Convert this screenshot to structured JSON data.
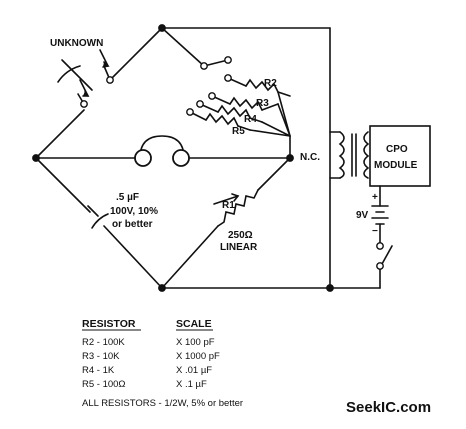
{
  "circuit": {
    "unknown_label": "UNKNOWN",
    "r2_label": "R2",
    "r3_label": "R3",
    "r4_label": "R4",
    "r5_label": "R5",
    "cap_value": ".5 µF",
    "cap_voltage": "100V, 10%",
    "cap_note": "or better",
    "r1_label": "R1",
    "r1_value": "250Ω",
    "r1_taper": "LINEAR",
    "nc_label": "N.C.",
    "module_line1": "CPO",
    "module_line2": "MODULE",
    "battery_label": "9V",
    "battery_plus": "+",
    "battery_minus": "−"
  },
  "table": {
    "headers": [
      "RESISTOR",
      "SCALE"
    ],
    "rows": [
      {
        "resistor": "R2 - 100K",
        "scale": "X 100 pF"
      },
      {
        "resistor": "R3 - 10K",
        "scale": "X 1000 pF"
      },
      {
        "resistor": "R4 - 1K",
        "scale": "X .01 µF"
      },
      {
        "resistor": "R5 - 100Ω",
        "scale": "X .1 µF"
      }
    ],
    "footnote": "ALL RESISTORS - 1/2W, 5% or better"
  },
  "watermark": "SeekIC.com"
}
